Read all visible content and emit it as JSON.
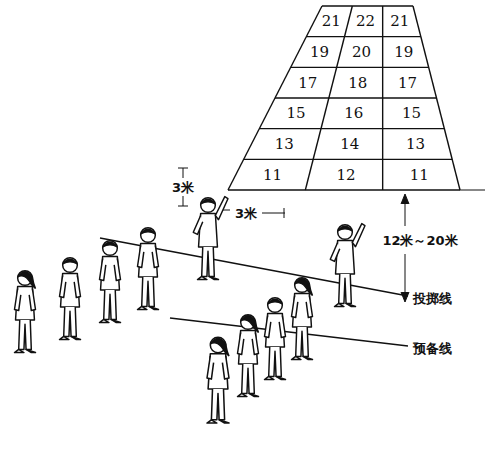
{
  "diagram": {
    "labels": [
      "21",
      "22",
      "21",
      "19",
      "20",
      "19",
      "17",
      "18",
      "17",
      "15",
      "16",
      "15",
      "13",
      "14",
      "13",
      "11",
      "12",
      "11",
      "3米",
      "3米",
      "12米～20米",
      "投掷线",
      "预备线"
    ]
  }
}
